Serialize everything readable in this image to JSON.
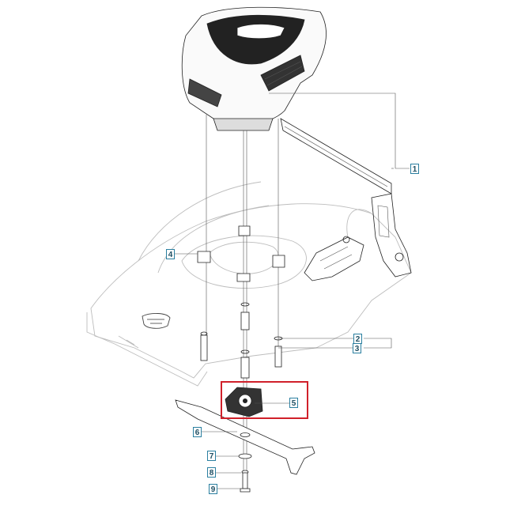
{
  "callouts": [
    {
      "id": "1",
      "label": "1"
    },
    {
      "id": "2",
      "label": "2"
    },
    {
      "id": "3",
      "label": "3"
    },
    {
      "id": "4",
      "label": "4"
    },
    {
      "id": "5",
      "label": "5"
    },
    {
      "id": "6",
      "label": "6"
    },
    {
      "id": "7",
      "label": "7"
    },
    {
      "id": "8",
      "label": "8"
    },
    {
      "id": "9",
      "label": "9"
    }
  ],
  "highlighted_part": "5",
  "colors": {
    "callout_border": "#2a7fa0",
    "highlight": "#d0202a",
    "deck_line": "#bdbdbd"
  }
}
